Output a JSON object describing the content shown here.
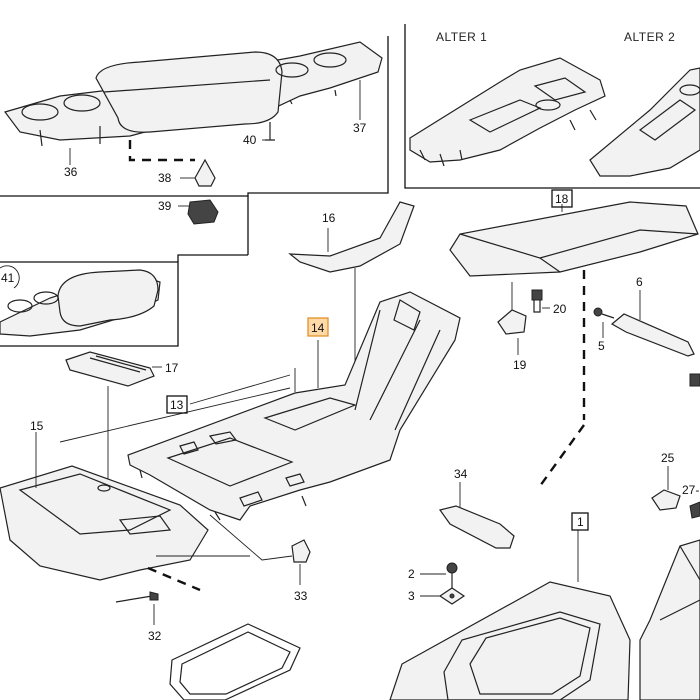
{
  "diagram": {
    "variant_labels": [
      "ALTER 1",
      "ALTER 2"
    ],
    "callouts": [
      {
        "id": "1",
        "text": "1",
        "boxed": true
      },
      {
        "id": "2",
        "text": "2",
        "boxed": false
      },
      {
        "id": "3",
        "text": "3",
        "boxed": false
      },
      {
        "id": "5",
        "text": "5",
        "boxed": false
      },
      {
        "id": "6",
        "text": "6",
        "boxed": false
      },
      {
        "id": "13",
        "text": "13",
        "boxed": true
      },
      {
        "id": "14",
        "text": "14",
        "boxed": true,
        "highlighted": true
      },
      {
        "id": "15",
        "text": "15",
        "boxed": false
      },
      {
        "id": "16",
        "text": "16",
        "boxed": false
      },
      {
        "id": "17",
        "text": "17",
        "boxed": false
      },
      {
        "id": "18",
        "text": "18",
        "boxed": true
      },
      {
        "id": "19",
        "text": "19",
        "boxed": false
      },
      {
        "id": "20",
        "text": "20",
        "boxed": false
      },
      {
        "id": "25",
        "text": "25",
        "boxed": false
      },
      {
        "id": "27",
        "text": "27-",
        "boxed": false
      },
      {
        "id": "32",
        "text": "32",
        "boxed": false
      },
      {
        "id": "33",
        "text": "33",
        "boxed": false
      },
      {
        "id": "34",
        "text": "34",
        "boxed": false
      },
      {
        "id": "36",
        "text": "36",
        "boxed": false
      },
      {
        "id": "37",
        "text": "37",
        "boxed": false
      },
      {
        "id": "38",
        "text": "38",
        "boxed": false
      },
      {
        "id": "39",
        "text": "39",
        "boxed": false
      },
      {
        "id": "40",
        "text": "40",
        "boxed": false
      },
      {
        "id": "41",
        "text": "41",
        "boxed": false
      }
    ],
    "highlight_color": "#e08a1e"
  }
}
